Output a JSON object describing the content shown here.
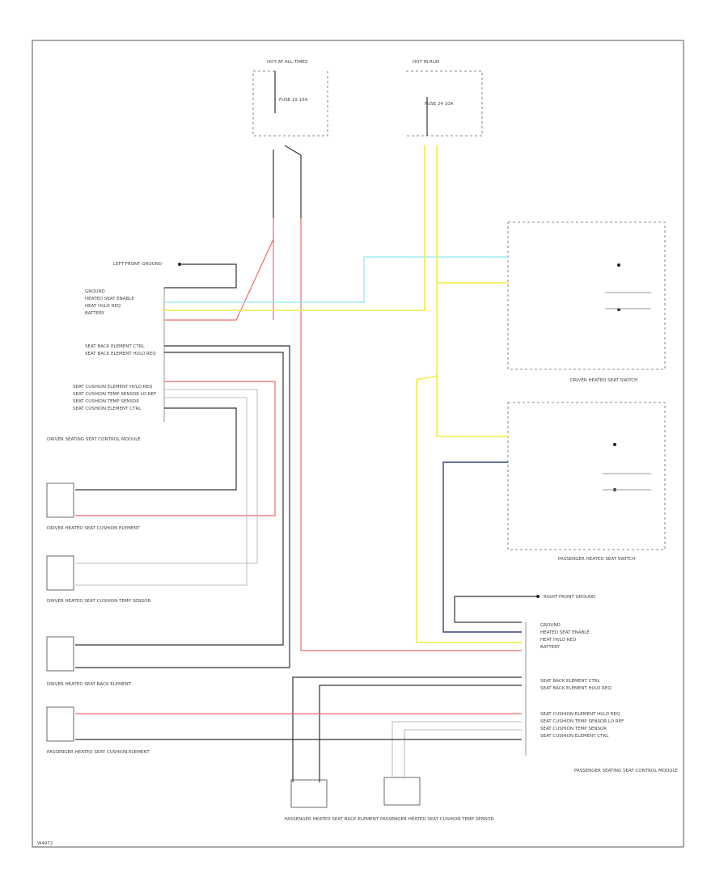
{
  "footer_code": "W4972",
  "components": {
    "fuse_box": {
      "label": "HOT AT ALL TIMES",
      "fuse": "FUSE 19 15A",
      "notes": ""
    },
    "hot_in_run": {
      "label": "HOT IN RUN",
      "fuse": "FUSE 24 10A"
    },
    "lh_ground": "LEFT FRONT GROUND",
    "rh_ground": "RIGHT FRONT GROUND",
    "driver_module": "DRIVER SEATING SEAT CONTROL MODULE",
    "driver_switch": "DRIVER HEATED SEAT SWITCH",
    "passenger_switch": "PASSENGER HEATED SEAT SWITCH",
    "passenger_module": "PASSENGER SEATING SEAT CONTROL MODULE",
    "seat_back_element_driver": "DRIVER HEATED SEAT CUSHION ELEMENT",
    "seat_cushion_sensor_driver": "DRIVER HEATED SEAT CUSHION TEMP SENSOR",
    "seat_back_driver": "DRIVER HEATED SEAT BACK ELEMENT",
    "passenger_cushion_element": "PASSENGER HEATED SEAT CUSHION ELEMENT",
    "passenger_back_element": "PASSENGER HEATED SEAT BACK ELEMENT",
    "passenger_temp_sensor": "PASSENGER HEATED SEAT CUSHION TEMP SENSOR"
  },
  "pin_labels": {
    "driver_top": [
      "GROUND",
      "HEATED SEAT ENABLE",
      "HEAT HI/LO REQ",
      "BATTERY"
    ],
    "driver_mid": [
      "SEAT BACK ELEMENT CTRL",
      "SEAT BACK ELEMENT HI/LO REQ"
    ],
    "driver_bot": [
      "SEAT CUSHION ELEMENT HI/LO REQ",
      "SEAT CUSHION TEMP SENSOR LO REF",
      "SEAT CUSHION TEMP SENSOR",
      "SEAT CUSHION ELEMENT CTRL"
    ],
    "pass_top": [
      "GROUND",
      "HEATED SEAT ENABLE",
      "HEAT HI/LO REQ",
      "BATTERY"
    ],
    "pass_mid": [
      "SEAT BACK ELEMENT CTRL",
      "SEAT BACK ELEMENT HI/LO REQ"
    ],
    "pass_bot": [
      "SEAT CUSHION ELEMENT HI/LO REQ",
      "SEAT CUSHION TEMP SENSOR LO REF",
      "SEAT CUSHION TEMP SENSOR",
      "SEAT CUSHION ELEMENT CTRL"
    ]
  },
  "wire_colors": {
    "black": "#333333",
    "gray": "#999999",
    "light_gray": "#bbbbbb",
    "red": "#f06a6a",
    "yellow": "#f2ee5a",
    "cyan": "#8fe6f2",
    "navy": "#34457e"
  }
}
